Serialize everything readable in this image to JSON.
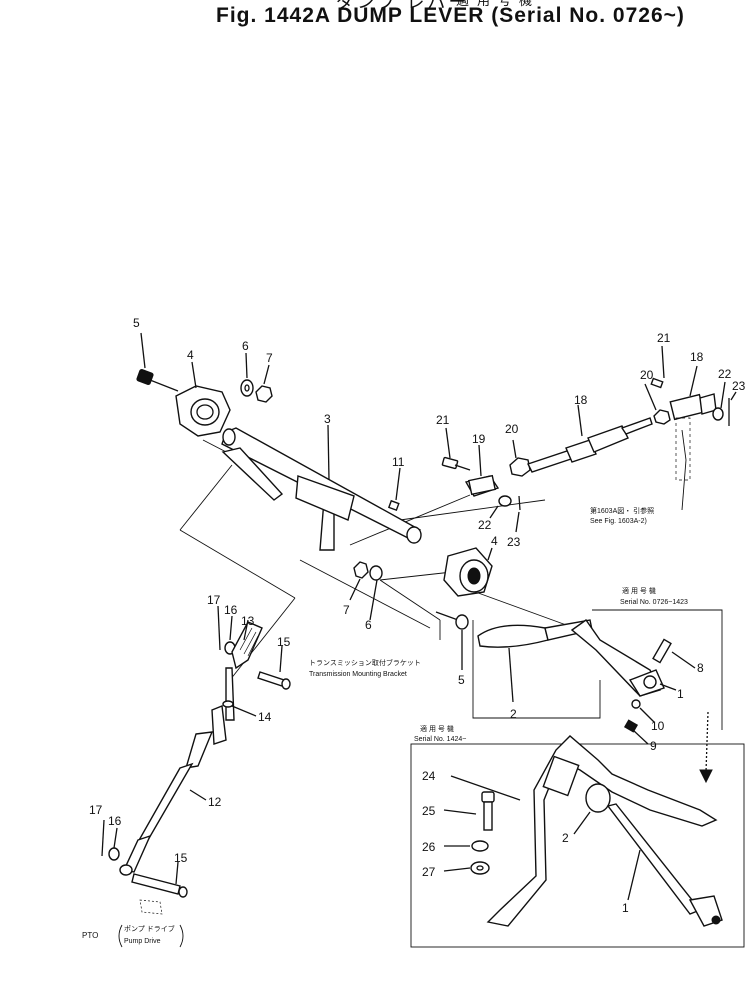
{
  "header": {
    "title_ja": "ダンプ レバー",
    "title": "Fig. 1442A   DUMP LEVER   (Serial No. 0726~)",
    "serial_ja": "適用号機"
  },
  "callouts": [
    "5",
    "4",
    "6",
    "7",
    "3",
    "11",
    "21",
    "19",
    "20",
    "18",
    "21",
    "18",
    "20",
    "22",
    "23",
    "22",
    "23",
    "4",
    "7",
    "6",
    "5",
    "17",
    "16",
    "13",
    "15",
    "14",
    "12",
    "17",
    "16",
    "15",
    "8",
    "1",
    "10",
    "9",
    "24",
    "25",
    "26",
    "27",
    "2",
    "1",
    "2"
  ],
  "notes": {
    "see_fig_ja": "第1603A図・ 引参照",
    "see_fig": "See Fig. 1603A-2)",
    "bracket_ja": "トランスミッション取付ブラケット",
    "bracket": "Transmission Mounting Bracket",
    "serial1_ja": "適 用 号 機",
    "serial1": "Serial No. 0726~1423",
    "serial2_ja": "適 用 号 機",
    "serial2": "Serial No. 1424~",
    "pto": "PTO",
    "pump_ja": "ポンプ ドライブ",
    "pump": "Pump Drive"
  }
}
